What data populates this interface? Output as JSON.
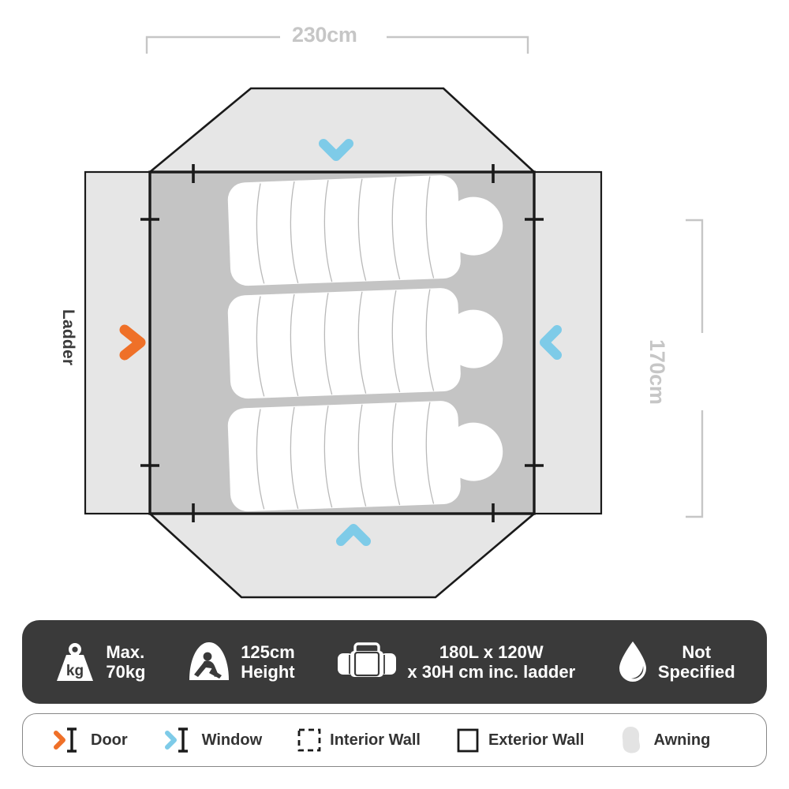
{
  "diagram": {
    "width_dimension": "230cm",
    "depth_dimension": "170cm",
    "ladder_label": "Ladder",
    "colors": {
      "door_orange": "#ef7028",
      "window_blue": "#7ecbe8",
      "awning_gray": "#e6e6e6",
      "interior_gray": "#c4c4c4",
      "sleeping_bag_white": "#ffffff",
      "wall_black": "#1a1a1a",
      "dim_gray": "#c6c6c6",
      "spec_bar_bg": "#3a3a3a"
    },
    "markers": [
      {
        "name": "door-chevron-left",
        "type": "door",
        "direction": "right",
        "color": "#ef7028"
      },
      {
        "name": "window-chevron-right",
        "type": "window",
        "direction": "left",
        "color": "#7ecbe8"
      },
      {
        "name": "window-chevron-top",
        "type": "window",
        "direction": "down",
        "color": "#7ecbe8"
      },
      {
        "name": "window-chevron-bottom",
        "type": "window",
        "direction": "up",
        "color": "#7ecbe8"
      }
    ],
    "sleeping_bags": 3
  },
  "spec_bar": {
    "items": [
      {
        "icon": "weight-kg-icon",
        "icon_text": "kg",
        "label": "Max.\n70kg"
      },
      {
        "icon": "person-height-icon",
        "label": "125cm\nHeight"
      },
      {
        "icon": "duffel-bag-icon",
        "label": "180L x 120W\nx 30H cm inc. ladder"
      },
      {
        "icon": "water-drop-icon",
        "label": "Not\nSpecified"
      }
    ]
  },
  "legend_bar": {
    "items": [
      {
        "icon": "door-icon",
        "label": "Door"
      },
      {
        "icon": "window-icon",
        "label": "Window"
      },
      {
        "icon": "interior-wall-icon",
        "label": "Interior Wall"
      },
      {
        "icon": "exterior-wall-icon",
        "label": "Exterior Wall"
      },
      {
        "icon": "awning-icon",
        "label": "Awning"
      }
    ]
  }
}
